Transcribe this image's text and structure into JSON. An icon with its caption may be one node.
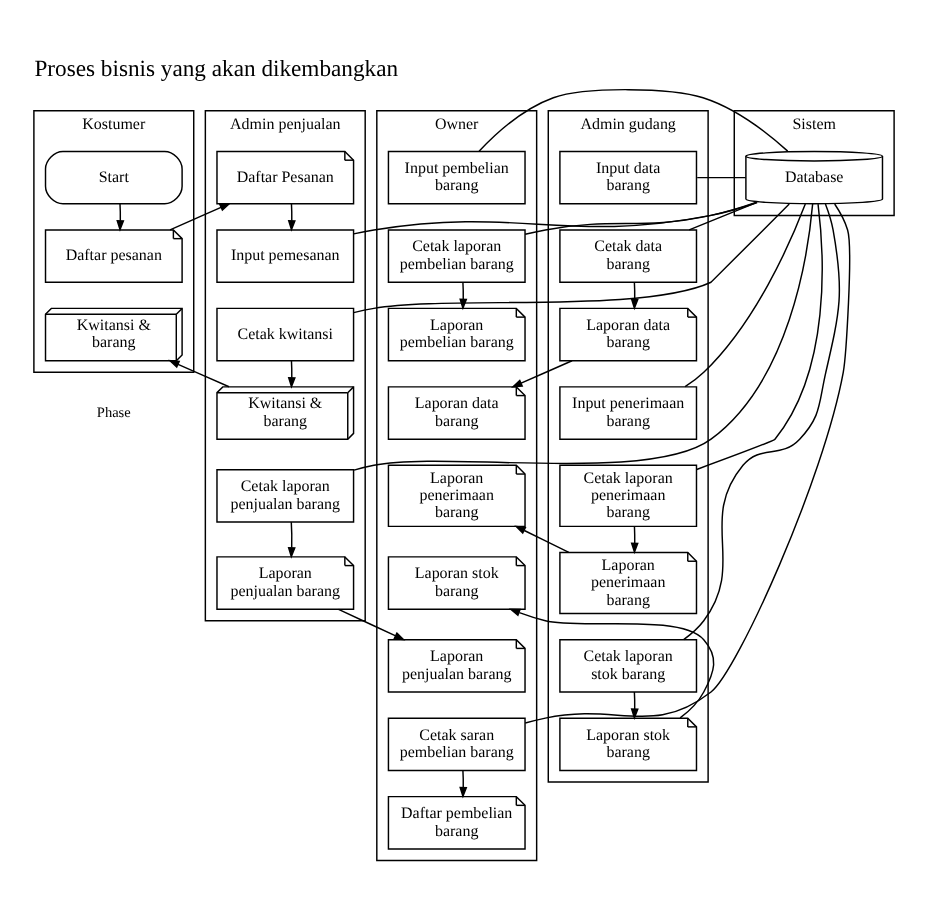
{
  "diagram": {
    "title": "Proses bisnis yang akan dikembangkan",
    "nodes": [
      {
        "text": [
          "Kostumer"
        ]
      },
      {
        "text": [
          "Admin penjualan"
        ]
      },
      {
        "text": [
          "Sistem"
        ]
      },
      {
        "text": [
          "Admin gudang"
        ]
      },
      {
        "text": [
          "Owner"
        ]
      },
      {
        "text": [
          "Start"
        ],
        "in": 0
      },
      {
        "text": [
          "Daftar pesanan"
        ],
        "in": 0
      },
      {
        "text": [
          "Kwitansi & barang"
        ],
        "in": 0
      },
      {
        "text": [
          "Daftar Pesanan"
        ],
        "in": 1
      },
      {
        "text": [
          "Input pemesanan"
        ],
        "in": 1
      },
      {
        "text": [
          "Cetak kwitansi"
        ],
        "in": 1
      },
      {
        "text": [
          "Kwitansi & barang"
        ],
        "in": 1
      },
      {
        "text": [
          "Cetak laporan penjualan barang"
        ],
        "in": 1
      },
      {
        "text": [
          "Laporan penjualan barang"
        ],
        "in": 1
      },
      {
        "text": [
          "Database"
        ],
        "in": 2
      },
      {
        "text": [
          "Input data barang"
        ],
        "in": 3
      },
      {
        "text": [
          "Cetak data barang"
        ],
        "in": 3
      },
      {
        "text": [
          "Laporan data barang"
        ],
        "in": 3
      },
      {
        "text": [
          "Input penerimaan barang"
        ],
        "in": 3
      },
      {
        "text": [
          "Cetak laporan penerimaan barang"
        ],
        "in": 3
      },
      {
        "text": [
          "Laporan penerimaan barang"
        ],
        "in": 3
      },
      {
        "text": [
          "Cetak laporan stok barang"
        ],
        "in": 3
      },
      {
        "text": [
          "Laporan stok barang"
        ],
        "in": 3
      },
      {
        "text": [
          "Input pembelian barang"
        ],
        "in": 4
      },
      {
        "text": [
          "Cetak laporan pembelian barang"
        ],
        "in": 4
      },
      {
        "text": [
          "Laporan pembelian barang"
        ],
        "in": 4
      },
      {
        "text": [
          "Laporan data barang"
        ],
        "in": 4
      },
      {
        "text": [
          "Laporan penerimaan barang"
        ],
        "in": 4
      },
      {
        "text": [
          "Laporan stok barang"
        ],
        "in": 4
      },
      {
        "text": [
          "Laporan penjualan barang"
        ],
        "in": 4
      },
      {
        "text": [
          "Cetak saran pembelian barang"
        ],
        "in": 4
      },
      {
        "text": [
          "Daftar pembelian barang"
        ],
        "in": 4
      }
    ],
    "edges": [
      {
        "from": 5,
        "to": 6,
        "arrow": "to"
      },
      {
        "from": 6,
        "to": 8,
        "arrow": "to"
      },
      {
        "from": 8,
        "to": 9,
        "arrow": "to"
      },
      {
        "from": 9,
        "to": 14,
        "arrow": "none"
      },
      {
        "from": 10,
        "to": 14,
        "arrow": "none"
      },
      {
        "from": 10,
        "to": 11,
        "arrow": "to"
      },
      {
        "from": 11,
        "to": 7,
        "arrow": "to"
      },
      {
        "from": 12,
        "to": 14,
        "arrow": "none"
      },
      {
        "from": 12,
        "to": 13,
        "arrow": "to"
      },
      {
        "from": 13,
        "to": 29,
        "arrow": "to"
      },
      {
        "from": 15,
        "to": 14,
        "arrow": "none"
      },
      {
        "from": 16,
        "to": 14,
        "arrow": "none"
      },
      {
        "from": 16,
        "to": 17,
        "arrow": "to"
      },
      {
        "from": 17,
        "to": 26,
        "arrow": "to"
      },
      {
        "from": 18,
        "to": 14,
        "arrow": "none"
      },
      {
        "from": 19,
        "to": 14,
        "arrow": "none"
      },
      {
        "from": 19,
        "to": 20,
        "arrow": "to"
      },
      {
        "from": 20,
        "to": 27,
        "arrow": "to"
      },
      {
        "from": 21,
        "to": 14,
        "arrow": "none"
      },
      {
        "from": 21,
        "to": 22,
        "arrow": "to"
      },
      {
        "from": 22,
        "to": 28,
        "arrow": "to"
      },
      {
        "from": 23,
        "to": 14,
        "arrow": "none"
      },
      {
        "from": 24,
        "to": 14,
        "arrow": "none"
      },
      {
        "from": 24,
        "to": 25,
        "arrow": "to"
      },
      {
        "from": 30,
        "to": 14,
        "arrow": "none"
      },
      {
        "from": 30,
        "to": 31,
        "arrow": "to"
      }
    ],
    "labels": [
      "Phase"
    ]
  }
}
